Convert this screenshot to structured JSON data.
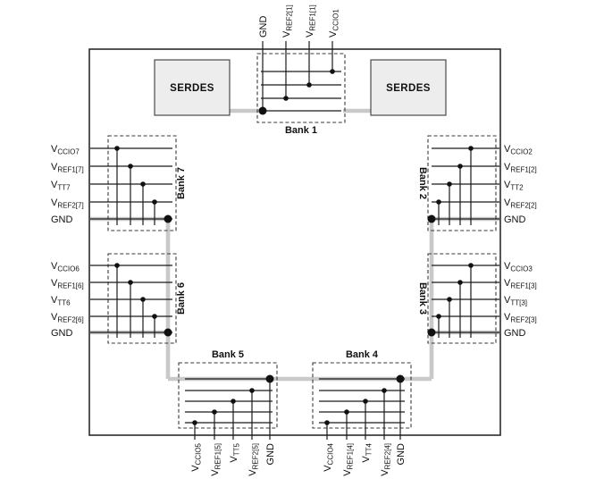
{
  "colors": {
    "ring": "#c9c9c9",
    "serdes_fill": "#ededed",
    "line": "#1a1a1a"
  },
  "serdes": {
    "left": "SERDES",
    "right": "SERDES"
  },
  "banks": {
    "bank1": {
      "label": "Bank 1",
      "signals": [
        {
          "main": "GND",
          "sub": ""
        },
        {
          "main": "V",
          "sub": "REF2[1]"
        },
        {
          "main": "V",
          "sub": "REF1[1]"
        },
        {
          "main": "V",
          "sub": "CCIO1"
        }
      ]
    },
    "bank2": {
      "label": "Bank 2",
      "signals": [
        {
          "main": "V",
          "sub": "CCIO2"
        },
        {
          "main": "V",
          "sub": "REF1[2]"
        },
        {
          "main": "V",
          "sub": "TT2"
        },
        {
          "main": "V",
          "sub": "REF2[2]"
        },
        {
          "main": "GND",
          "sub": ""
        }
      ]
    },
    "bank3": {
      "label": "Bank 3",
      "signals": [
        {
          "main": "V",
          "sub": "CCIO3"
        },
        {
          "main": "V",
          "sub": "REF1[3]"
        },
        {
          "main": "V",
          "sub": "TT[3]"
        },
        {
          "main": "V",
          "sub": "REF2[3]"
        },
        {
          "main": "GND",
          "sub": ""
        }
      ]
    },
    "bank4": {
      "label": "Bank 4",
      "signals": [
        {
          "main": "V",
          "sub": "CCIO4"
        },
        {
          "main": "V",
          "sub": "REF1[4]"
        },
        {
          "main": "V",
          "sub": "TT4"
        },
        {
          "main": "V",
          "sub": "REF2[4]"
        },
        {
          "main": "GND",
          "sub": ""
        }
      ]
    },
    "bank5": {
      "label": "Bank 5",
      "signals": [
        {
          "main": "V",
          "sub": "CCIO5"
        },
        {
          "main": "V",
          "sub": "REF1[5]"
        },
        {
          "main": "V",
          "sub": "TT5"
        },
        {
          "main": "V",
          "sub": "REF2[5]"
        },
        {
          "main": "GND",
          "sub": ""
        }
      ]
    },
    "bank6": {
      "label": "Bank 6",
      "signals": [
        {
          "main": "V",
          "sub": "CCIO6"
        },
        {
          "main": "V",
          "sub": "REF1[6]"
        },
        {
          "main": "V",
          "sub": "TT6"
        },
        {
          "main": "V",
          "sub": "REF2[6]"
        },
        {
          "main": "GND",
          "sub": ""
        }
      ]
    },
    "bank7": {
      "label": "Bank 7",
      "signals": [
        {
          "main": "V",
          "sub": "CCIO7"
        },
        {
          "main": "V",
          "sub": "REF1[7]"
        },
        {
          "main": "V",
          "sub": "TT7"
        },
        {
          "main": "V",
          "sub": "REF2[7]"
        },
        {
          "main": "GND",
          "sub": ""
        }
      ]
    }
  }
}
